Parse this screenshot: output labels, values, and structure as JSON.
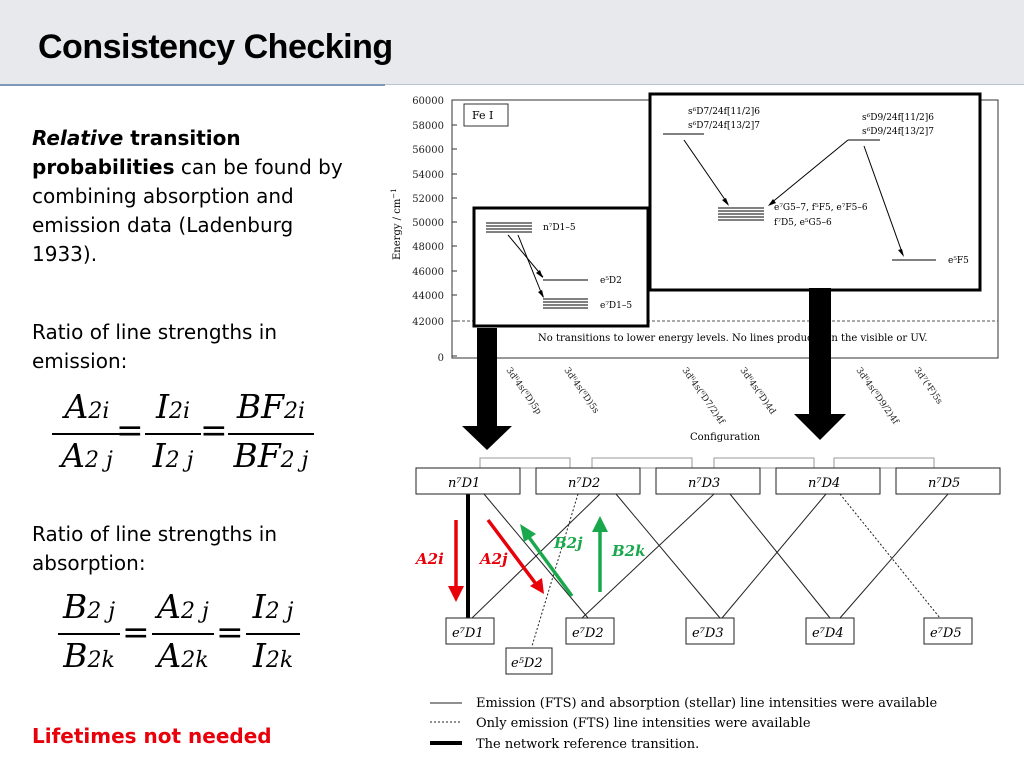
{
  "slide": {
    "title": "Consistency Checking",
    "intro": {
      "relative": "Relative",
      "strong": " transition probabilities",
      "rest": " can be found by combining absorption and emission data (Ladenburg 1933)."
    },
    "emission_label": "Ratio of line strengths in emission:",
    "absorption_label": "Ratio of line strengths in absorption:",
    "conclusion": "Lifetimes not needed",
    "formula_emission": [
      {
        "base": "A",
        "sub": "2i"
      },
      {
        "base": "A",
        "sub": "2 j"
      },
      {
        "base": "I",
        "sub": "2i"
      },
      {
        "base": "I",
        "sub": "2 j"
      },
      {
        "base": "BF",
        "sub": "2i"
      },
      {
        "base": "BF",
        "sub": "2 j"
      }
    ],
    "formula_absorption": [
      {
        "base": "B",
        "sub": "2 j"
      },
      {
        "base": "B",
        "sub": "2k"
      },
      {
        "base": "A",
        "sub": "2 j"
      },
      {
        "base": "A",
        "sub": "2k"
      },
      {
        "base": "I",
        "sub": "2 j"
      },
      {
        "base": "I",
        "sub": "2k"
      }
    ]
  },
  "energy_plot": {
    "species": "Fe I",
    "ylabel": "Energy / cm",
    "ylabel_sup": "−1",
    "xlabel": "Configuration",
    "yticks": [
      "60000",
      "58000",
      "56000",
      "54000",
      "52000",
      "50000",
      "48000",
      "46000",
      "44000",
      "42000",
      "0"
    ],
    "no_transitions_note": "No transitions to lower energy levels. No lines produced in the visible or UV.",
    "config_labels": [
      "3d⁶4s(⁶D)5p",
      "3d⁶4s(⁶D)5s",
      "3d⁶4s(⁶D7/2)4f",
      "3d⁶4s(⁶D)4d",
      "3d⁶4s(⁶D9/2)4f",
      "3d⁷(⁴F)5s"
    ],
    "level_labels": {
      "n7D": "n⁷D1–5",
      "e5D2": "e⁵D2",
      "e7D": "e⁷D1–5",
      "s6D7_a": "s⁶D7/24f[11/2]6",
      "s6D7_b": "s⁶D7/24f[13/2]7",
      "s6D9_a": "s⁶D9/24f[11/2]6",
      "s6D9_b": "s⁶D9/24f[13/2]7",
      "cluster_a": "e⁷G5–7, f⁵F5, e⁷F5–6",
      "cluster_b": "f⁷D5, e⁵G5–6",
      "e5F5": "e⁵F5"
    }
  },
  "network": {
    "upper_levels": [
      "n⁷D1",
      "n⁷D2",
      "n⁷D3",
      "n⁷D4",
      "n⁷D5"
    ],
    "lower_levels": [
      "e⁷D1",
      "e⁷D2",
      "e⁷D3",
      "e⁷D4",
      "e⁷D5"
    ],
    "extra_level": "e⁵D2",
    "arrows": {
      "A2i": "A2i",
      "A2j": "A2j",
      "B2j": "B2j",
      "B2k": "B2k"
    },
    "colors": {
      "emission": "#e8000b",
      "absorption": "#1aa84d"
    }
  },
  "legend": [
    {
      "style": "solid",
      "text": "Emission (FTS) and absorption (stellar) line intensities were available"
    },
    {
      "style": "dotted",
      "text": "Only emission (FTS) line intensities were available"
    },
    {
      "style": "thick",
      "text": "The network reference transition."
    }
  ]
}
